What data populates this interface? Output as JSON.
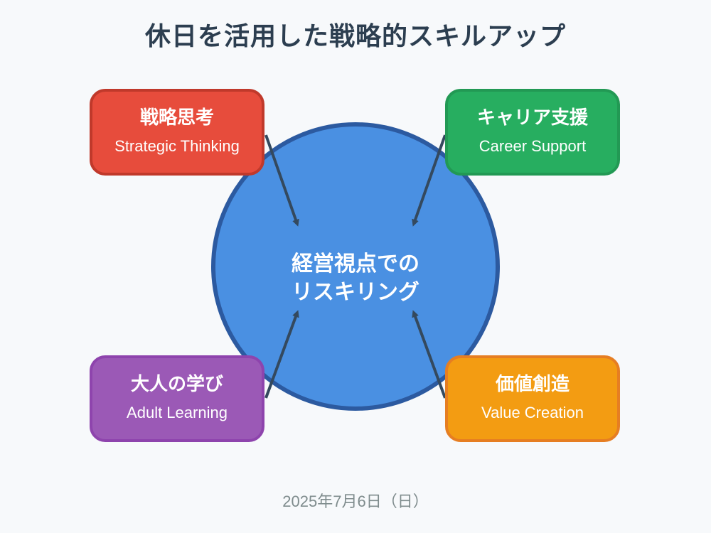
{
  "title": "休日を活用した戦略的スキルアップ",
  "center": {
    "line1": "経営視点での",
    "line2": "リスキリング",
    "fill_color": "#4a90e2",
    "border_color": "#2c5aa0"
  },
  "nodes": {
    "strategic_thinking": {
      "jp": "戦略思考",
      "en": "Strategic Thinking",
      "color": "#e74c3c",
      "border": "#c0392b"
    },
    "career_support": {
      "jp": "キャリア支援",
      "en": "Career Support",
      "color": "#27ae60",
      "border": "#229954"
    },
    "adult_learning": {
      "jp": "大人の学び",
      "en": "Adult Learning",
      "color": "#9b59b6",
      "border": "#8e44ad"
    },
    "value_creation": {
      "jp": "価値創造",
      "en": "Value Creation",
      "color": "#f39c12",
      "border": "#e67e22"
    }
  },
  "arrow_color": "#34495e",
  "date": "2025年7月6日（日）"
}
